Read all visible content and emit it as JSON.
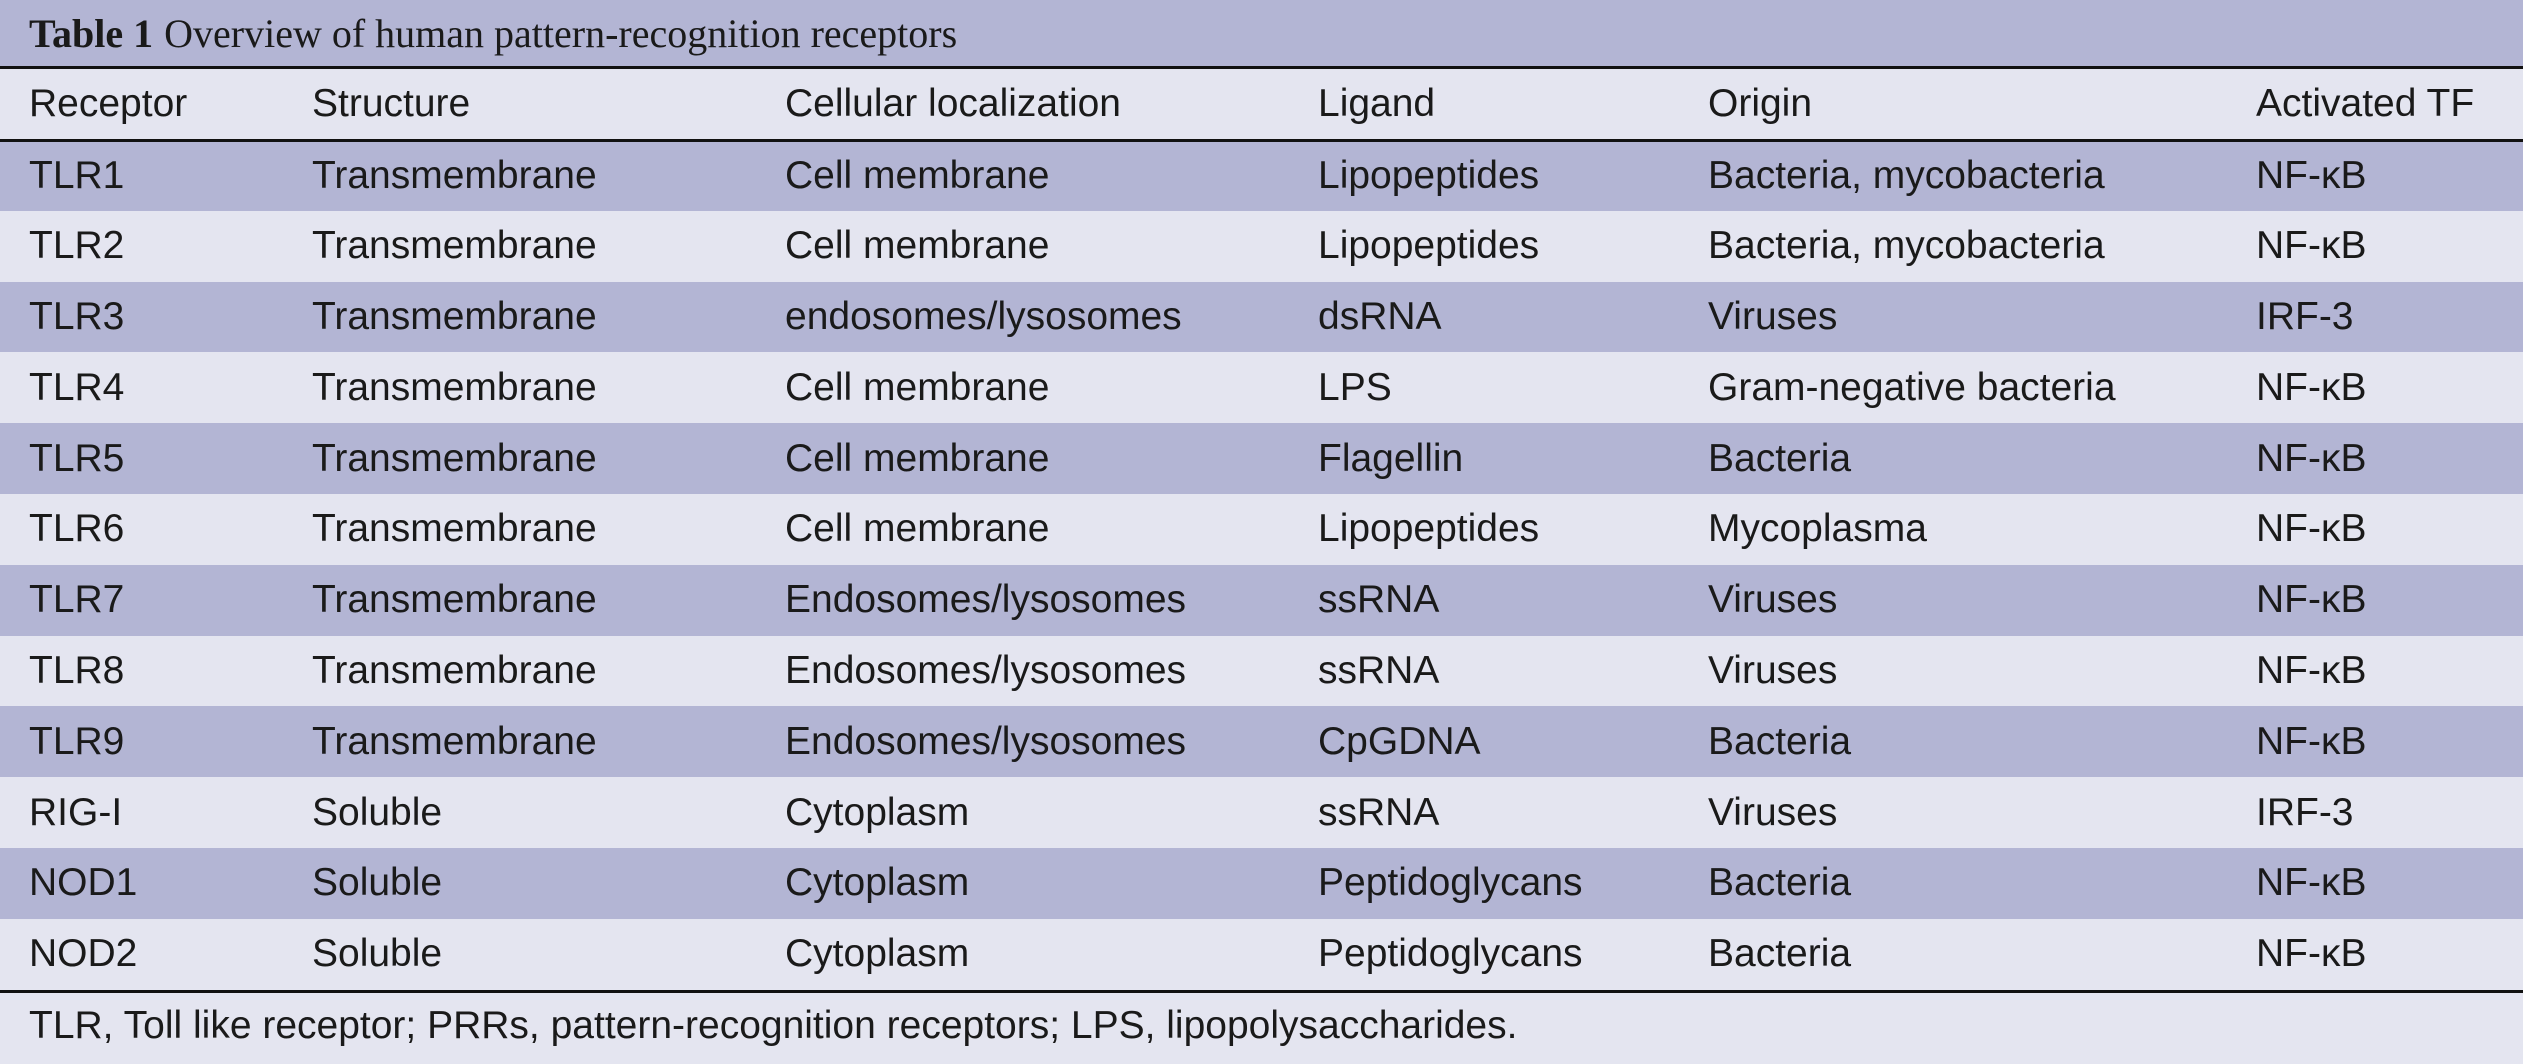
{
  "caption": {
    "label": "Table 1",
    "title": "Overview of human pattern-recognition receptors"
  },
  "headers": [
    "Receptor",
    "Structure",
    "Cellular localization",
    "Ligand",
    "Origin",
    "Activated TF"
  ],
  "rows": [
    [
      "TLR1",
      "Transmembrane",
      "Cell membrane",
      "Lipopeptides",
      "Bacteria, mycobacteria",
      "NF-κB"
    ],
    [
      "TLR2",
      "Transmembrane",
      "Cell membrane",
      "Lipopeptides",
      "Bacteria, mycobacteria",
      "NF-κB"
    ],
    [
      "TLR3",
      "Transmembrane",
      "endosomes/lysosomes",
      "dsRNA",
      "Viruses",
      "IRF-3"
    ],
    [
      "TLR4",
      "Transmembrane",
      "Cell membrane",
      "LPS",
      "Gram-negative bacteria",
      "NF-κB"
    ],
    [
      "TLR5",
      "Transmembrane",
      "Cell membrane",
      "Flagellin",
      "Bacteria",
      "NF-κB"
    ],
    [
      "TLR6",
      "Transmembrane",
      "Cell membrane",
      "Lipopeptides",
      "Mycoplasma",
      "NF-κB"
    ],
    [
      "TLR7",
      "Transmembrane",
      "Endosomes/lysosomes",
      "ssRNA",
      "Viruses",
      "NF-κB"
    ],
    [
      "TLR8",
      "Transmembrane",
      "Endosomes/lysosomes",
      "ssRNA",
      "Viruses",
      "NF-κB"
    ],
    [
      "TLR9",
      "Transmembrane",
      "Endosomes/lysosomes",
      "CpGDNA",
      "Bacteria",
      "NF-κB"
    ],
    [
      "RIG-I",
      "Soluble",
      "Cytoplasm",
      "ssRNA",
      "Viruses",
      "IRF-3"
    ],
    [
      "NOD1",
      "Soluble",
      "Cytoplasm",
      "Peptidoglycans",
      "Bacteria",
      "NF-κB"
    ],
    [
      "NOD2",
      "Soluble",
      "Cytoplasm",
      "Peptidoglycans",
      "Bacteria",
      "NF-κB"
    ]
  ],
  "footnote": "TLR, Toll like receptor; PRRs, pattern-recognition receptors; LPS, lipopolysaccharides.",
  "colors": {
    "band": "#b3b5d4",
    "light": "#e4e5f0",
    "rule": "#111111"
  }
}
